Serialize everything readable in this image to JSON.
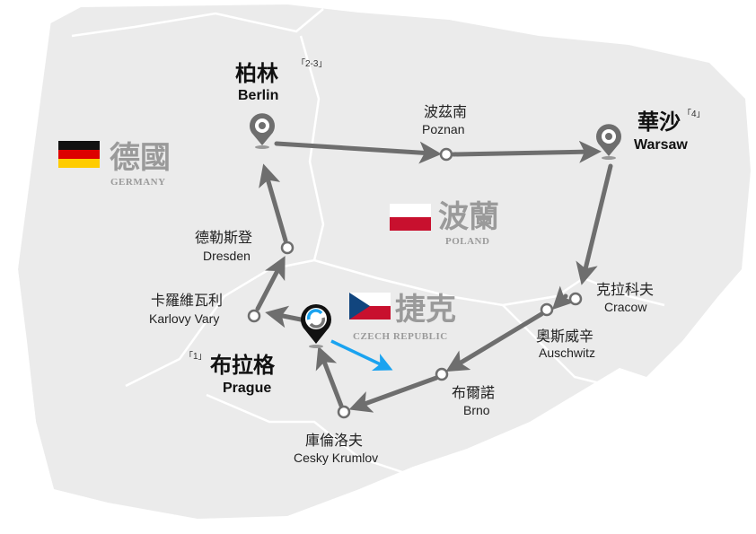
{
  "countries": {
    "germany": {
      "zh": "德國",
      "en": "GERMANY"
    },
    "poland": {
      "zh": "波蘭",
      "en": "POLAND"
    },
    "czech": {
      "zh": "捷克",
      "en": "CZECH REPUBLIC"
    }
  },
  "cities": {
    "berlin": {
      "zh": "柏林",
      "en": "Berlin",
      "note": "「2-3」"
    },
    "warsaw": {
      "zh": "華沙",
      "en": "Warsaw",
      "note": "「4」"
    },
    "prague": {
      "zh": "布拉格",
      "en": "Prague",
      "note": "「1」"
    },
    "poznan": {
      "zh": "波茲南",
      "en": "Poznan"
    },
    "cracow": {
      "zh": "克拉科夫",
      "en": "Cracow"
    },
    "auschwitz": {
      "zh": "奧斯威辛",
      "en": "Auschwitz"
    },
    "brno": {
      "zh": "布爾諾",
      "en": "Brno"
    },
    "cesky": {
      "zh": "庫倫洛夫",
      "en": "Cesky Krumlov"
    },
    "karlovy": {
      "zh": "卡羅維瓦利",
      "en": "Karlovy Vary"
    },
    "dresden": {
      "zh": "德勒斯登",
      "en": "Dresden"
    }
  },
  "colors": {
    "route": "#6e6e6e",
    "start_arrow": "#1aa3f0",
    "land": "#ebebeb"
  }
}
